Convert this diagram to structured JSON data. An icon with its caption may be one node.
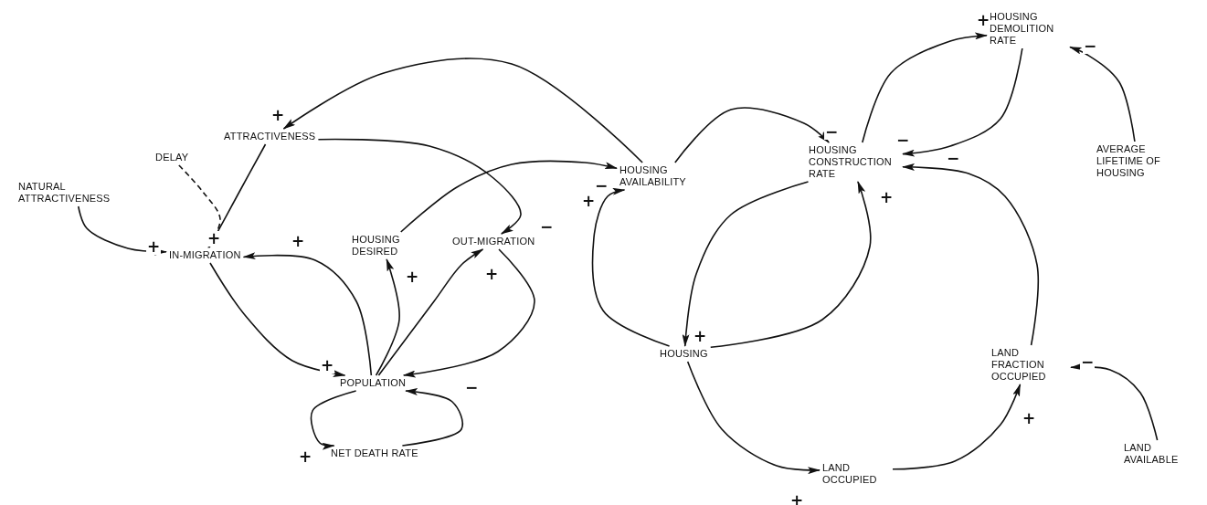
{
  "diagram": {
    "nodes": [
      {
        "text": [
          "HOUSING DEMOLITION RATE"
        ]
      },
      {
        "text": [
          "ATTRACTIVENESS"
        ]
      },
      {
        "text": [
          "HOUSING AVAILABILITY"
        ]
      },
      {
        "text": [
          "HOUSING CONSTRUCTION RATE"
        ]
      },
      {
        "text": [
          "AVERAGE LIFETIME OF HOUSING"
        ]
      },
      {
        "text": [
          "DELAY"
        ]
      },
      {
        "text": [
          "NATURAL ATTRACTIVENESS"
        ]
      },
      {
        "text": [
          "IN-MIGRATION"
        ]
      },
      {
        "text": [
          "HOUSING DESIRED"
        ]
      },
      {
        "text": [
          "OUT-MIGRATION"
        ]
      },
      {
        "text": [
          "POPULATION"
        ]
      },
      {
        "text": [
          "HOUSING"
        ]
      },
      {
        "text": [
          "LAND FRACTION OCCUPIED"
        ]
      },
      {
        "text": [
          "NET DEATH RATE"
        ]
      },
      {
        "text": [
          "LAND OCCUPIED"
        ]
      },
      {
        "text": [
          "LAND AVAILABLE"
        ]
      }
    ],
    "edges": [
      {
        "from": 2,
        "to": 1,
        "arrow": "to",
        "label": "+"
      },
      {
        "from": 1,
        "to": 9,
        "arrow": "to",
        "label": "−"
      },
      {
        "from": 1,
        "to": 7,
        "arrow": "to",
        "label": "+"
      },
      {
        "from": 5,
        "to": 7,
        "arrow": "to",
        "style": "dashed"
      },
      {
        "from": 6,
        "to": 7,
        "arrow": "to",
        "label": "+"
      },
      {
        "from": 7,
        "to": 10,
        "arrow": "to",
        "label": "+"
      },
      {
        "from": 10,
        "to": 7,
        "arrow": "to",
        "label": "+"
      },
      {
        "from": 10,
        "to": 8,
        "arrow": "to",
        "label": "+"
      },
      {
        "from": 10,
        "to": 9,
        "arrow": "to",
        "label": "+"
      },
      {
        "from": 9,
        "to": 10,
        "arrow": "to",
        "label": "−"
      },
      {
        "from": 10,
        "to": 13,
        "arrow": "to",
        "label": "+"
      },
      {
        "from": 13,
        "to": 10,
        "arrow": "to"
      },
      {
        "from": 8,
        "to": 2,
        "arrow": "to",
        "label": "−"
      },
      {
        "from": 11,
        "to": 2,
        "arrow": "to",
        "label": "+"
      },
      {
        "from": 2,
        "to": 3,
        "arrow": "to",
        "label": "−"
      },
      {
        "from": 3,
        "to": 11,
        "arrow": "to",
        "label": "+"
      },
      {
        "from": 11,
        "to": 3,
        "arrow": "to",
        "label": "+"
      },
      {
        "from": 3,
        "to": 0,
        "arrow": "to",
        "label": "+"
      },
      {
        "from": 0,
        "to": 3,
        "arrow": "to",
        "label": "−"
      },
      {
        "from": 4,
        "to": 0,
        "arrow": "to",
        "label": "−"
      },
      {
        "from": 11,
        "to": 14,
        "arrow": "to",
        "label": "+"
      },
      {
        "from": 14,
        "to": 12,
        "arrow": "to",
        "label": "+"
      },
      {
        "from": 12,
        "to": 3,
        "arrow": "to",
        "label": "−"
      },
      {
        "from": 15,
        "to": 12,
        "arrow": "to",
        "label": "−"
      }
    ]
  }
}
